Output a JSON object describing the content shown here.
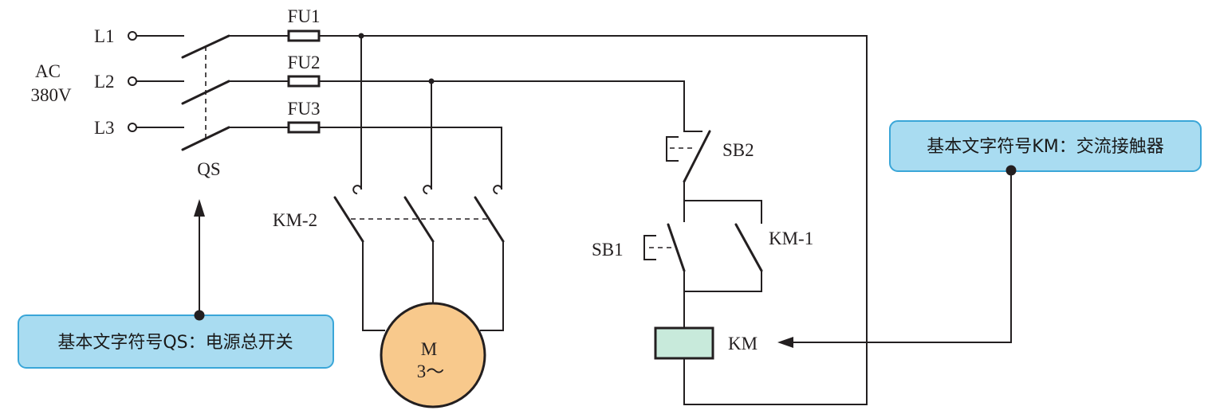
{
  "labels": {
    "l1": "L1",
    "l2": "L2",
    "l3": "L3",
    "ac": "AC",
    "voltage": "380V",
    "fu1": "FU1",
    "fu2": "FU2",
    "fu3": "FU3",
    "qs": "QS",
    "km2": "KM-2",
    "motor_m": "M",
    "motor_phase": "3～",
    "sb2": "SB2",
    "sb1": "SB1",
    "km1": "KM-1",
    "km": "KM"
  },
  "notes": {
    "qs": "基本文字符号QS：电源总开关",
    "km": "基本文字符号KM：交流接触器"
  },
  "colors": {
    "wire": "#231f20",
    "note_fill": "#a9dcf1",
    "note_border": "#3aa6d8",
    "motor_fill": "#f8c98c",
    "coil_fill": "#c8eadb"
  }
}
